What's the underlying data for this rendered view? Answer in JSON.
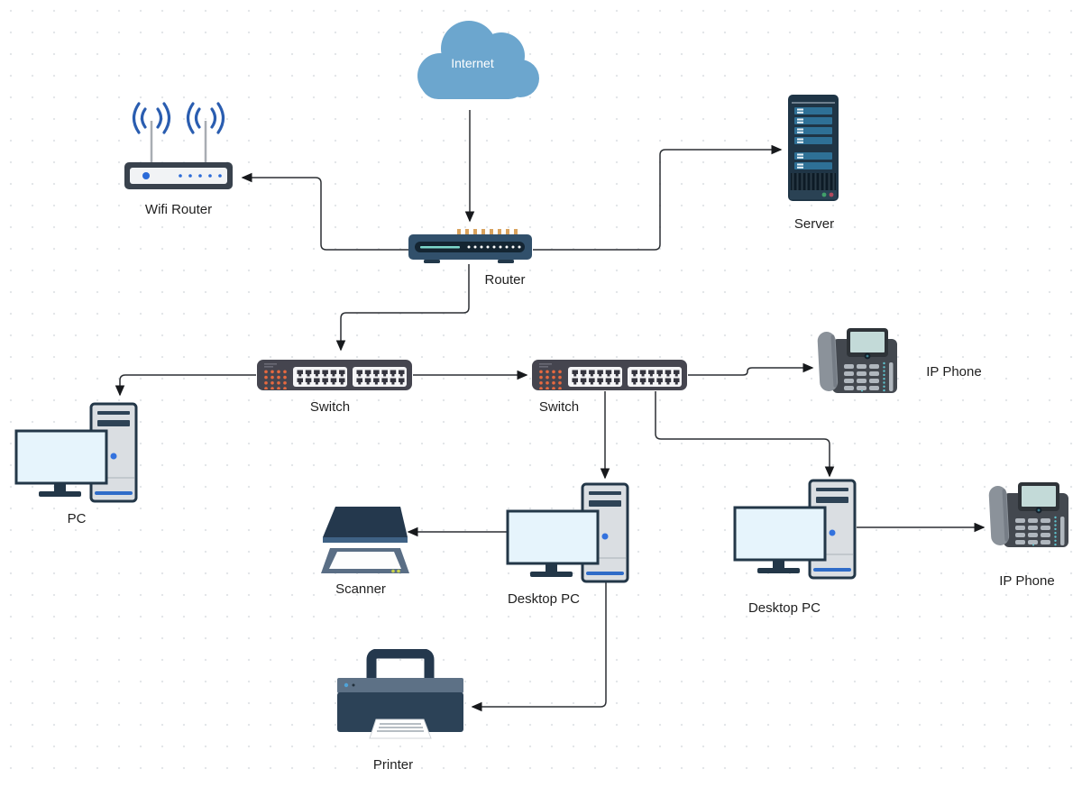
{
  "diagram": {
    "nodes": {
      "internet": {
        "label": "Internet",
        "type": "cloud"
      },
      "wifi_router": {
        "label": "Wifi Router",
        "type": "wireless-router"
      },
      "server": {
        "label": "Server",
        "type": "server-tower"
      },
      "router": {
        "label": "Router",
        "type": "router"
      },
      "switch1": {
        "label": "Switch",
        "type": "network-switch"
      },
      "switch2": {
        "label": "Switch",
        "type": "network-switch"
      },
      "ip_phone1": {
        "label": "IP Phone",
        "type": "ip-phone"
      },
      "pc": {
        "label": "PC",
        "type": "desktop-computer"
      },
      "scanner": {
        "label": "Scanner",
        "type": "scanner"
      },
      "desktop_pc1": {
        "label": "Desktop PC",
        "type": "desktop-computer"
      },
      "desktop_pc2": {
        "label": "Desktop PC",
        "type": "desktop-computer"
      },
      "ip_phone2": {
        "label": "IP Phone",
        "type": "ip-phone"
      },
      "printer": {
        "label": "Printer",
        "type": "printer"
      }
    },
    "connections": [
      {
        "from": "internet",
        "to": "router"
      },
      {
        "from": "router",
        "to": "wifi_router"
      },
      {
        "from": "router",
        "to": "server"
      },
      {
        "from": "router",
        "to": "switch1"
      },
      {
        "from": "switch1",
        "to": "pc"
      },
      {
        "from": "switch1",
        "to": "switch2"
      },
      {
        "from": "switch2",
        "to": "ip_phone1"
      },
      {
        "from": "switch2",
        "to": "desktop_pc1"
      },
      {
        "from": "switch2",
        "to": "desktop_pc2"
      },
      {
        "from": "desktop_pc1",
        "to": "scanner"
      },
      {
        "from": "desktop_pc1",
        "to": "printer"
      },
      {
        "from": "desktop_pc2",
        "to": "ip_phone2"
      }
    ],
    "colors": {
      "cloud_blue": "#6CA6CE",
      "navy": "#22384A",
      "router_body": "#31506B",
      "switch_body": "#45454F",
      "switch_dots_orange": "#E8693F",
      "monitor_screen": "#E6F4FC",
      "tower_gray": "#DADEE2",
      "accent_blue": "#2B6BD8",
      "teal": "#5FC4CE",
      "connector_line": "#2c2f33",
      "label_text": "#1f1f1f"
    }
  }
}
